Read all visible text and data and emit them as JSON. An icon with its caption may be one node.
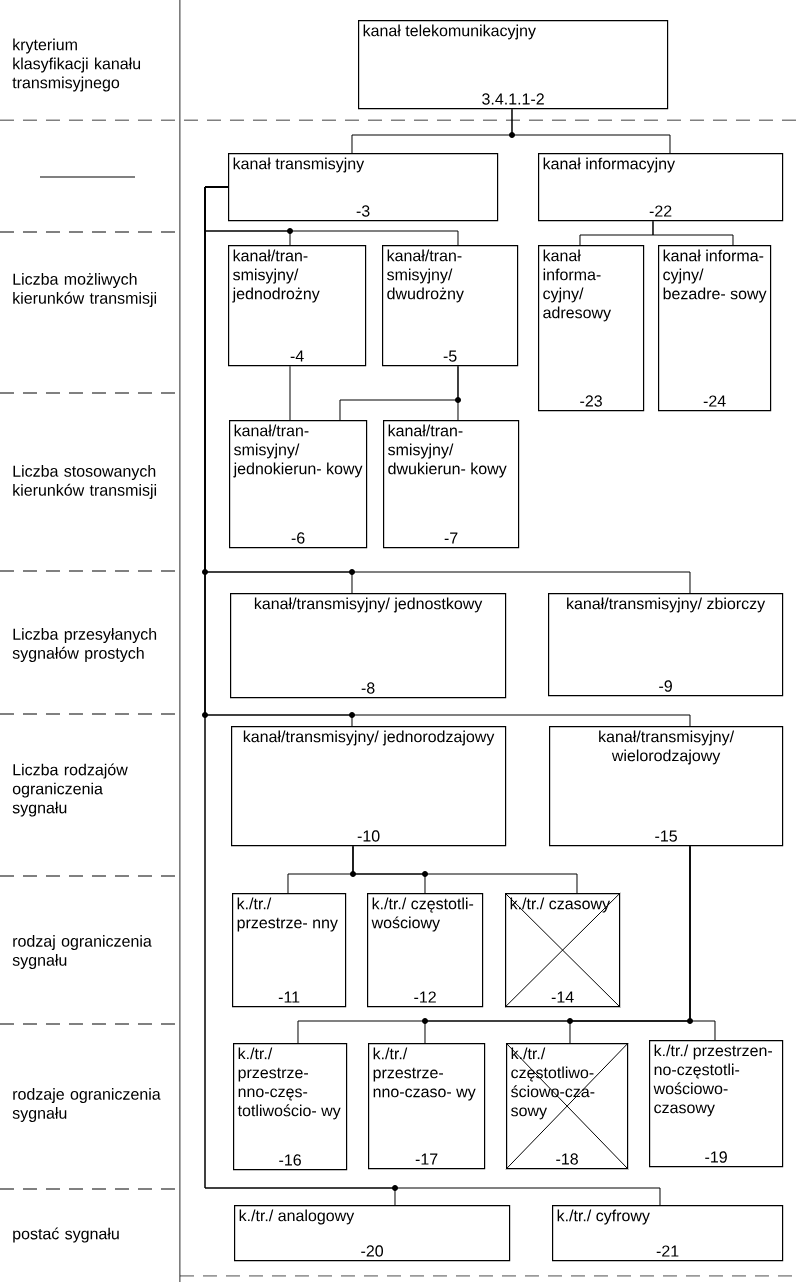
{
  "diagram": {
    "nodes": [
      {
        "text": [
          "kanał telekomunikacyjny",
          "3.4.1.1-2"
        ]
      },
      {
        "text": [
          "kanał transmisyjny",
          "-3"
        ]
      },
      {
        "text": [
          "kanał informacyjny",
          "-22"
        ]
      },
      {
        "text": [
          "kanał/tran- smisyjny/ jednodrożny",
          "-4"
        ]
      },
      {
        "text": [
          "kanał/tran- smisyjny/ dwudrożny",
          "-5"
        ]
      },
      {
        "text": [
          "kanał informa- cyjny/ adresowy",
          "-23"
        ]
      },
      {
        "text": [
          "kanał informa- cyjny/ bezadre- sowy",
          "-24"
        ]
      },
      {
        "text": [
          "kanał/tran- smisyjny/ jednokierun- kowy",
          "-6"
        ]
      },
      {
        "text": [
          "kanał/tran- smisyjny/ dwukierun- kowy",
          "-7"
        ]
      },
      {
        "text": [
          "kanał/transmisyjny/ jednostkowy",
          "-8"
        ]
      },
      {
        "text": [
          "kanał/transmisyjny/ zbiorczy",
          "-9"
        ]
      },
      {
        "text": [
          "kanał/transmisyjny/ jednorodzajowy",
          "-10"
        ]
      },
      {
        "text": [
          "kanał/transmisyjny/ wielorodzajowy",
          "-15"
        ]
      },
      {
        "text": [
          "k./tr./ przestrze- nny",
          "-11"
        ]
      },
      {
        "text": [
          "k./tr./ częstotli- wościowy",
          "-12"
        ]
      },
      {
        "text": [
          "k./tr./ czasowy",
          "-14"
        ]
      },
      {
        "text": [
          "k./tr./ przestrze- nno-częs- totliwościo- wy",
          "-16"
        ]
      },
      {
        "text": [
          "k./tr./ przestrze- nno-czaso- wy",
          "-17"
        ]
      },
      {
        "text": [
          "k./tr./ częstotliwo- ściowo-cza- sowy",
          "-18"
        ]
      },
      {
        "text": [
          "k./tr./ przestrzen- no-częstotli- wościowo- czasowy",
          "-19"
        ]
      },
      {
        "text": [
          "k./tr./ analogowy",
          "-20"
        ]
      },
      {
        "text": [
          "k./tr./ cyfrowy",
          "-21"
        ]
      }
    ],
    "edges": [
      {
        "from": 0,
        "to": 1,
        "arrow": "none"
      },
      {
        "from": 0,
        "to": 2,
        "arrow": "none"
      },
      {
        "from": 1,
        "to": 3,
        "arrow": "none"
      },
      {
        "from": 1,
        "to": 4,
        "arrow": "none"
      },
      {
        "from": 2,
        "to": 5,
        "arrow": "none"
      },
      {
        "from": 2,
        "to": 6,
        "arrow": "none"
      },
      {
        "from": 3,
        "to": 7,
        "arrow": "none"
      },
      {
        "from": 4,
        "to": 7,
        "arrow": "none"
      },
      {
        "from": 4,
        "to": 8,
        "arrow": "none"
      },
      {
        "from": 1,
        "to": 9,
        "arrow": "none"
      },
      {
        "from": 1,
        "to": 10,
        "arrow": "none"
      },
      {
        "from": 1,
        "to": 11,
        "arrow": "none"
      },
      {
        "from": 1,
        "to": 12,
        "arrow": "none"
      },
      {
        "from": 11,
        "to": 13,
        "arrow": "none"
      },
      {
        "from": 11,
        "to": 14,
        "arrow": "none"
      },
      {
        "from": 11,
        "to": 15,
        "arrow": "none"
      },
      {
        "from": 12,
        "to": 16,
        "arrow": "none"
      },
      {
        "from": 12,
        "to": 17,
        "arrow": "none"
      },
      {
        "from": 12,
        "to": 18,
        "arrow": "none"
      },
      {
        "from": 12,
        "to": 19,
        "arrow": "none"
      },
      {
        "from": 1,
        "to": 20,
        "arrow": "none"
      },
      {
        "from": 1,
        "to": 21,
        "arrow": "none"
      }
    ],
    "labels": [
      "kryterium klasyfikacji kanału transmisyjnego",
      "Liczba możliwych kierunków transmisji",
      "Liczba stosowanych kierunków transmisji",
      "Liczba przesyłanych sygnałów prostych",
      "Liczba rodzajów ograniczenia sygnału",
      "rodzaj ograniczenia sygnału",
      "rodzaje ograniczenia sygnału",
      "postać sygnału"
    ]
  }
}
